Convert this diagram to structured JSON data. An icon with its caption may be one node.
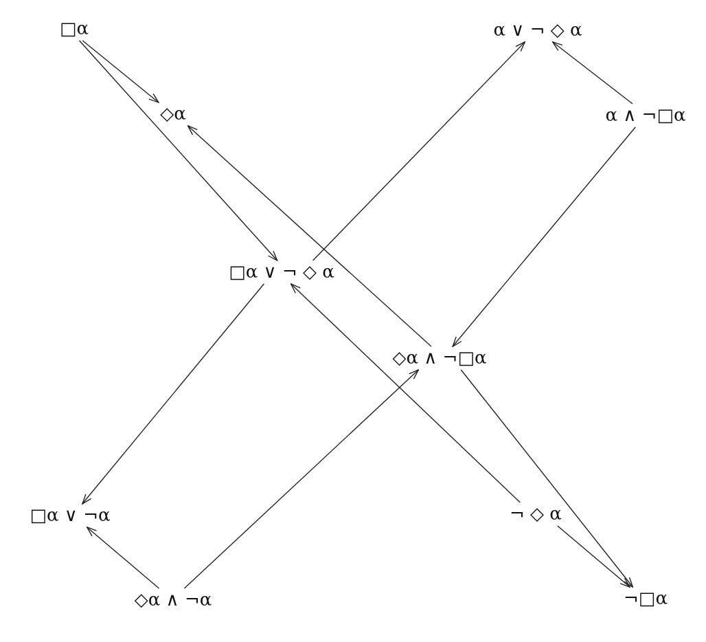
{
  "diagram": {
    "nodes": [
      {
        "text": [
          "□α"
        ]
      },
      {
        "text": [
          "α ∨ ¬ ◇ α"
        ]
      },
      {
        "text": [
          "◇α"
        ]
      },
      {
        "text": [
          "α ∧ ¬□α"
        ]
      },
      {
        "text": [
          "□α ∨ ¬ ◇ α"
        ]
      },
      {
        "text": [
          "◇α ∧ ¬□α"
        ]
      },
      {
        "text": [
          "□α ∨ ¬α"
        ]
      },
      {
        "text": [
          "¬ ◇ α"
        ]
      },
      {
        "text": [
          "◇α ∧ ¬α"
        ]
      },
      {
        "text": [
          "¬□α"
        ]
      }
    ],
    "edges": [
      {
        "from": 0,
        "to": 2,
        "arrow": "to"
      },
      {
        "from": 0,
        "to": 4,
        "arrow": "to"
      },
      {
        "from": 3,
        "to": 1,
        "arrow": "to"
      },
      {
        "from": 4,
        "to": 1,
        "arrow": "to"
      },
      {
        "from": 3,
        "to": 5,
        "arrow": "to"
      },
      {
        "from": 5,
        "to": 2,
        "arrow": "to"
      },
      {
        "from": 7,
        "to": 4,
        "arrow": "to"
      },
      {
        "from": 4,
        "to": 6,
        "arrow": "to"
      },
      {
        "from": 8,
        "to": 6,
        "arrow": "to"
      },
      {
        "from": 8,
        "to": 5,
        "arrow": "to"
      },
      {
        "from": 7,
        "to": 9,
        "arrow": "to"
      },
      {
        "from": 5,
        "to": 9,
        "arrow": "to"
      }
    ]
  }
}
